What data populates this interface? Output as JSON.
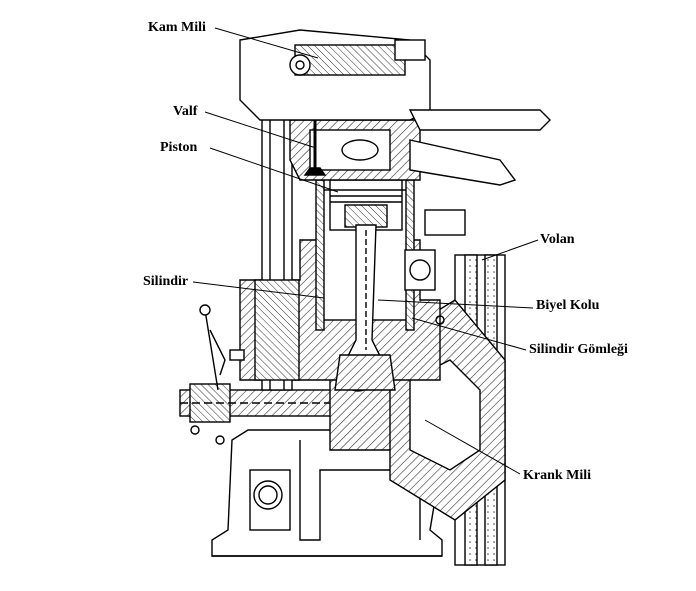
{
  "diagram": {
    "labels": {
      "kam_mili": "Kam Mili",
      "valf": "Valf",
      "piston": "Piston",
      "silindir": "Silindir",
      "volan": "Volan",
      "biyel_kolu": "Biyel Kolu",
      "silindir_gomlegi": "Silindir Gömleği",
      "krank_mili": "Krank Mili"
    },
    "colors": {
      "ink": "#000000",
      "paper": "#ffffff",
      "hatch": "#333333"
    }
  }
}
